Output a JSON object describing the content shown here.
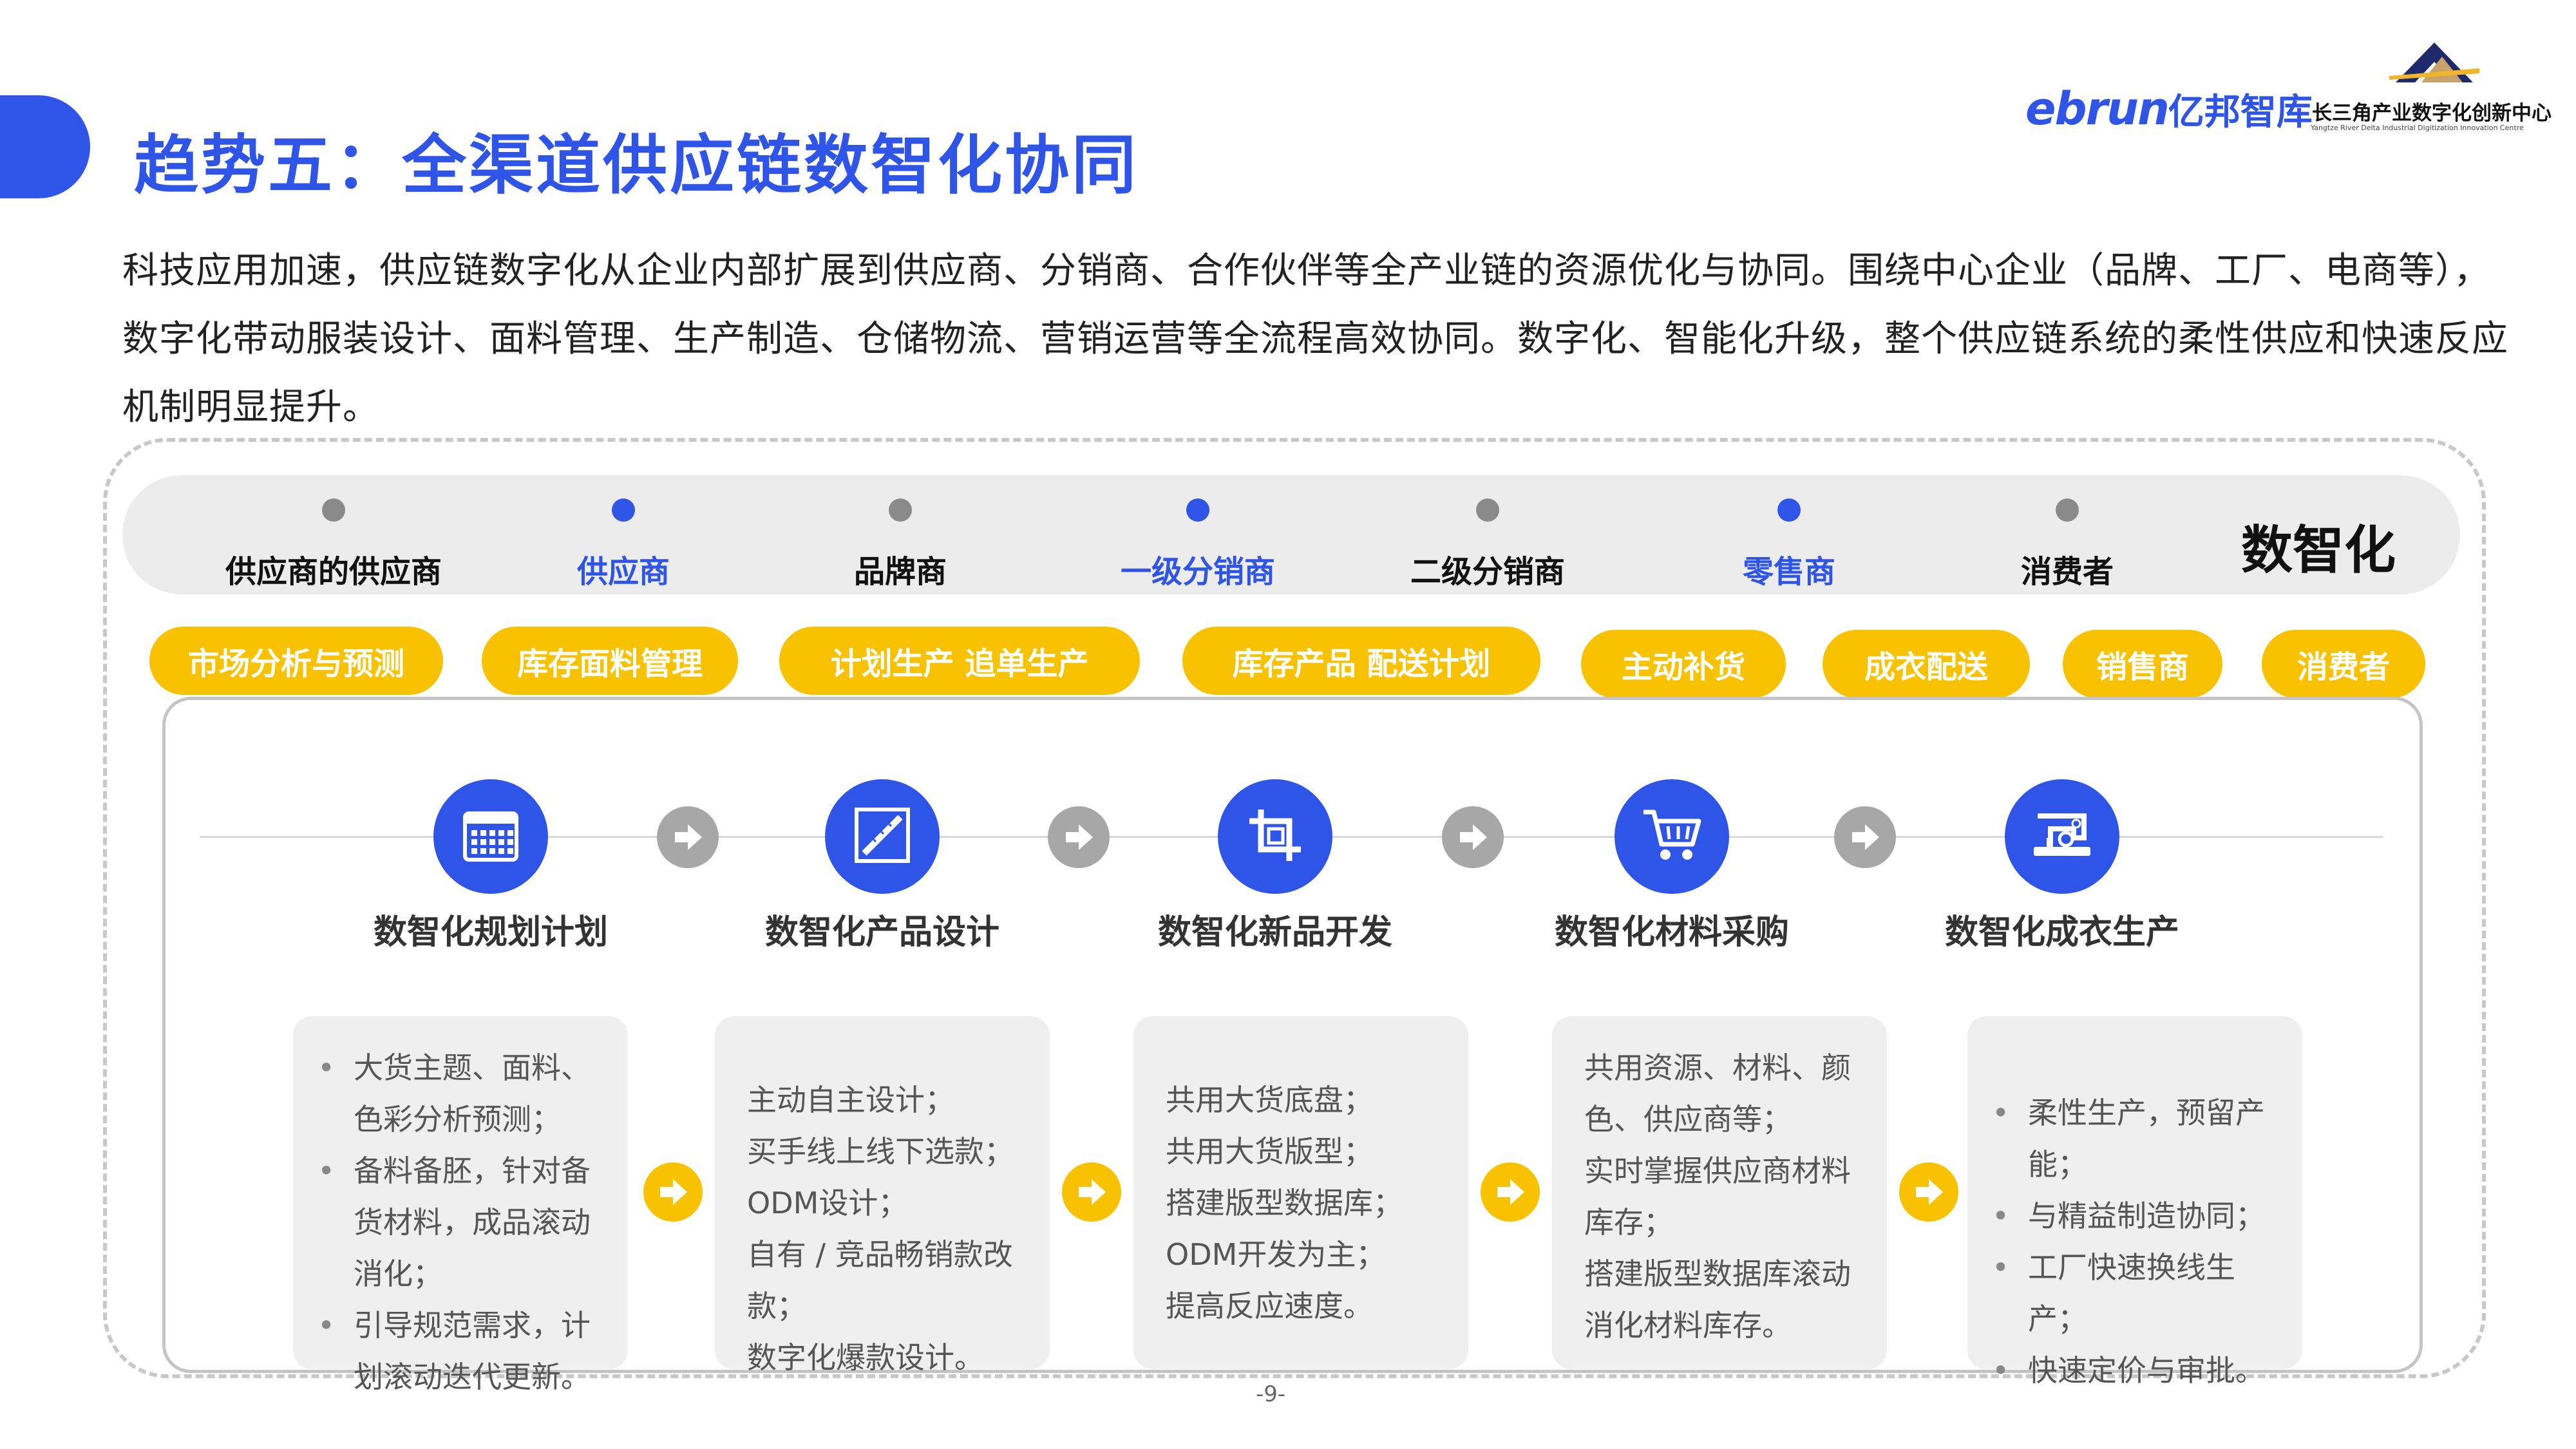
{
  "header": {
    "title": "趋势五：全渠道供应链数智化协同",
    "logo_brand": "ebrun",
    "logo_brand_cn": "亿邦智库",
    "logo_partner_cn": "长三角产业数字化创新中心",
    "logo_partner_en": "Yangtze River Delta Industrial Digitization Innovation Centre"
  },
  "intro": "科技应用加速，供应链数字化从企业内部扩展到供应商、分销商、合作伙伴等全产业链的资源优化与协同。围绕中心企业（品牌、工厂、电商等），数字化带动服装设计、面料管理、生产制造、仓储物流、营销运营等全流程高效协同。数字化、智能化升级，整个供应链系统的柔性供应和快速反应机制明显提升。",
  "chain": {
    "nodes": [
      {
        "label": "供应商的供应商",
        "color": "gray"
      },
      {
        "label": "供应商",
        "color": "blue"
      },
      {
        "label": "品牌商",
        "color": "gray"
      },
      {
        "label": "一级分销商",
        "color": "blue"
      },
      {
        "label": "二级分销商",
        "color": "gray"
      },
      {
        "label": "零售商",
        "color": "blue"
      },
      {
        "label": "消费者",
        "color": "gray"
      }
    ],
    "tag": "数智化"
  },
  "pills": [
    "市场分析与预测",
    "库存面料管理",
    "计划生产  追单生产",
    "库存产品  配送计划",
    "主动补货",
    "成衣配送",
    "销售商",
    "消费者"
  ],
  "steps": [
    {
      "label": "数智化规划计划",
      "icon": "calendar-grid-icon"
    },
    {
      "label": "数智化产品设计",
      "icon": "ruler-design-icon"
    },
    {
      "label": "数智化新品开发",
      "icon": "crop-tool-icon"
    },
    {
      "label": "数智化材料采购",
      "icon": "shopping-cart-icon"
    },
    {
      "label": "数智化成衣生产",
      "icon": "sewing-machine-icon"
    }
  ],
  "cards": [
    {
      "bullets": true,
      "items": [
        "大货主题、面料、色彩分析预测；",
        "备料备胚，针对备货材料，成品滚动消化；",
        "引导规范需求，计划滚动迭代更新。"
      ]
    },
    {
      "bullets": false,
      "items": [
        "主动自主设计；",
        "买手线上线下选款；",
        "ODM设计；",
        "自有 / 竞品畅销款改款；",
        "数字化爆款设计。"
      ]
    },
    {
      "bullets": false,
      "items": [
        "共用大货底盘；",
        "共用大货版型；",
        "搭建版型数据库；",
        "ODM开发为主；",
        "提高反应速度。"
      ]
    },
    {
      "bullets": false,
      "items": [
        "共用资源、材料、颜色、供应商等；",
        "实时掌握供应商材料库存；",
        "搭建版型数据库滚动消化材料库存。"
      ]
    },
    {
      "bullets": true,
      "items": [
        "柔性生产，预留产能；",
        "与精益制造协同；",
        "工厂快速换线生产；",
        "快速定价与审批。"
      ]
    }
  ],
  "colors": {
    "primary_blue": "#2f55e8",
    "accent_yellow": "#f9c201",
    "arrow_gray": "#a7a7a7"
  },
  "page_number": "-9-"
}
